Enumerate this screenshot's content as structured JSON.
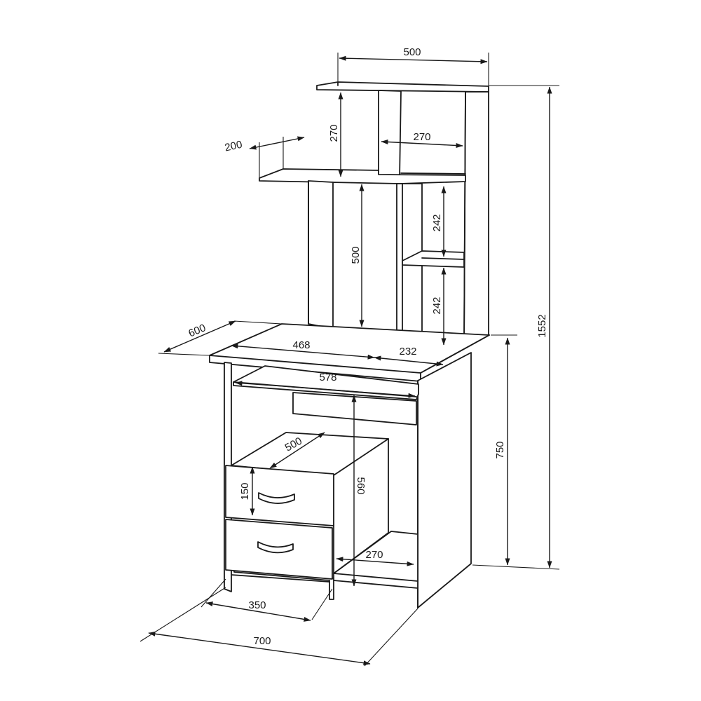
{
  "dimensions": {
    "top_width": "500",
    "total_height": "1552",
    "upper_shelf_height": "270",
    "upper_shelf_width": "270",
    "shelf_depth": "200",
    "middle_shelf_height_1": "242",
    "middle_shelf_height_2": "242",
    "back_opening_height": "500",
    "desk_depth": "600",
    "desk_opening_width": "468",
    "side_shelf_width": "232",
    "keyboard_tray_width": "578",
    "desk_height": "750",
    "drawer_depth": "500",
    "drawer_unit_height": "560",
    "drawer_height": "150",
    "lower_shelf_width": "270",
    "drawer_unit_width": "350",
    "desk_width": "700"
  },
  "colors": {
    "line": "#1a1a1a",
    "background": "#ffffff"
  }
}
